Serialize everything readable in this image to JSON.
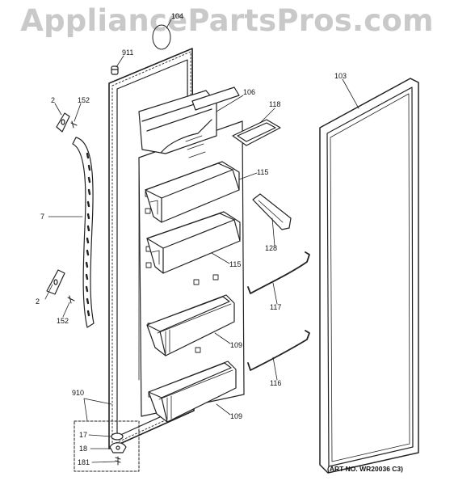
{
  "watermark": "AppliancePartsPros.com",
  "art_number": "(ART NO. WR20036 C3)",
  "parts": [
    {
      "id": "p104",
      "label": "104",
      "name": "seal-loop"
    },
    {
      "id": "p911",
      "label": "911",
      "name": "hinge-plug"
    },
    {
      "id": "p106",
      "label": "106",
      "name": "dairy-door"
    },
    {
      "id": "p118",
      "label": "118",
      "name": "dairy-bin-cover"
    },
    {
      "id": "p103",
      "label": "103",
      "name": "door-gasket"
    },
    {
      "id": "p2a",
      "label": "2",
      "name": "handle-cap-top"
    },
    {
      "id": "p152a",
      "label": "152",
      "name": "handle-screw-top"
    },
    {
      "id": "p7",
      "label": "7",
      "name": "door-handle"
    },
    {
      "id": "p115a",
      "label": "115",
      "name": "door-bin-upper"
    },
    {
      "id": "p115b",
      "label": "115",
      "name": "door-bin-lower"
    },
    {
      "id": "p128",
      "label": "128",
      "name": "bin-end-cap"
    },
    {
      "id": "p117",
      "label": "117",
      "name": "shelf-bar-upper"
    },
    {
      "id": "p116",
      "label": "116",
      "name": "shelf-bar-lower"
    },
    {
      "id": "p2b",
      "label": "2",
      "name": "handle-cap-bottom"
    },
    {
      "id": "p152b",
      "label": "152",
      "name": "handle-screw-bottom"
    },
    {
      "id": "p109a",
      "label": "109",
      "name": "door-shelf-upper"
    },
    {
      "id": "p109b",
      "label": "109",
      "name": "door-shelf-lower"
    },
    {
      "id": "p910",
      "label": "910",
      "name": "hinge-kit"
    },
    {
      "id": "p17",
      "label": "17",
      "name": "hinge-bushing"
    },
    {
      "id": "p18",
      "label": "18",
      "name": "hinge-bracket"
    },
    {
      "id": "p181",
      "label": "181",
      "name": "hinge-screw"
    }
  ]
}
